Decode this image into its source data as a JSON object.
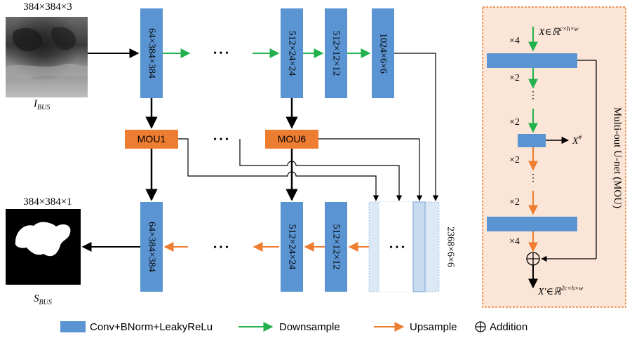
{
  "input": {
    "size_label": "384×384×3",
    "name": "I",
    "name_sub": "BUS"
  },
  "output": {
    "size_label": "384×384×1",
    "name": "S",
    "name_sub": "BUS"
  },
  "encoder": {
    "blocks": [
      "64×384×384",
      "512×24×24",
      "512×12×12",
      "1024×6×6"
    ]
  },
  "decoder": {
    "blocks": [
      "64×384×384",
      "512×24×24",
      "512×12×12"
    ]
  },
  "mou_blocks": [
    "MOU1",
    "MOU6"
  ],
  "ellipsis": "• • •",
  "concat_label": "2368×6×6",
  "mou_panel": {
    "title": "Multi-out U-net (MOU)",
    "input_label": "X∈ℝ",
    "input_sup": "c×h×w",
    "mid_label": "X",
    "mid_sup": "#",
    "output_label": "X′∈ℝ",
    "output_sup": "2c×h×w",
    "multipliers": [
      "×4",
      "×2",
      "×2",
      "×2",
      "×2",
      "×4"
    ]
  },
  "legend": {
    "items": [
      {
        "label": "Conv+BNorm+LeakyReLu"
      },
      {
        "label": "Downsample"
      },
      {
        "label": "Upsample"
      },
      {
        "label": "Addition"
      }
    ]
  },
  "colors": {
    "block_blue": "#5b94d2",
    "mou_orange": "#ed7d31",
    "downsample_green": "#22b14c",
    "upsample_orange": "#ed7d31",
    "panel_bg": "#fbe5d6",
    "panel_border": "#ed7d31",
    "concat_fill": "#dbe8f5"
  }
}
